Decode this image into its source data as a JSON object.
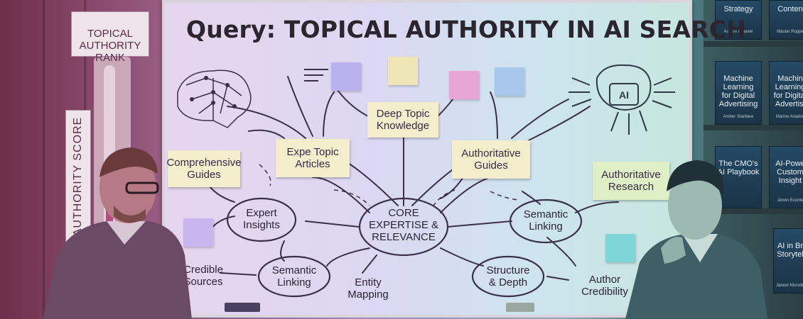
{
  "title": "Query: TOPICAL AUTHORITY IN AI SEARCH",
  "left_gauge": {
    "rank_label": "TOPICAL\nAUTHORITY\nRANK",
    "score_label": "AUTHORITY SCORE",
    "fill_level": 0.45
  },
  "mind_map": {
    "center": "CORE\nEXPERTISE &\nRELEVANCE",
    "notes": [
      "Deep Topic\nKnowledge",
      "Expe Topic\nArticles",
      "Authoritative\nGuides",
      "Comprehensive\nGuides",
      "Authoritative\nResearch"
    ],
    "ovals": [
      "Expert\nInsights",
      "Semantic\nLinking",
      "Semantic\nLinking",
      "Structure\n& Depth"
    ],
    "loose_labels": [
      "Credible\nSources",
      "Entity\nMapping",
      "Author\nCredibility"
    ],
    "ai_chip_label": "AI"
  },
  "bookshelf": {
    "books": [
      {
        "title": "Strategy",
        "author": "Autism Noauve"
      },
      {
        "title": "Conten",
        "author": "Mastar Ruppe"
      },
      {
        "title": "Machine\nLearning\nfor Digital\nAdvertising",
        "author": "Amber Stanfave"
      },
      {
        "title": "Machin\nLearning\nfor Digital\nAdvertisi",
        "author": "Marine Anadou"
      },
      {
        "title": "The CMO's\nAI Playbook",
        "author": ""
      },
      {
        "title": "AI-Powe\nCustom\nInsight",
        "author": "Jenen Exonte"
      },
      {
        "title": "AI in Br\nStorytel",
        "author": "Janeel Nicrode"
      }
    ]
  },
  "colors": {
    "left_tint": "#8f3f6a",
    "right_tint": "#3f7f86",
    "note_yellow": "#f4eecd",
    "note_green": "#dff0c6"
  }
}
